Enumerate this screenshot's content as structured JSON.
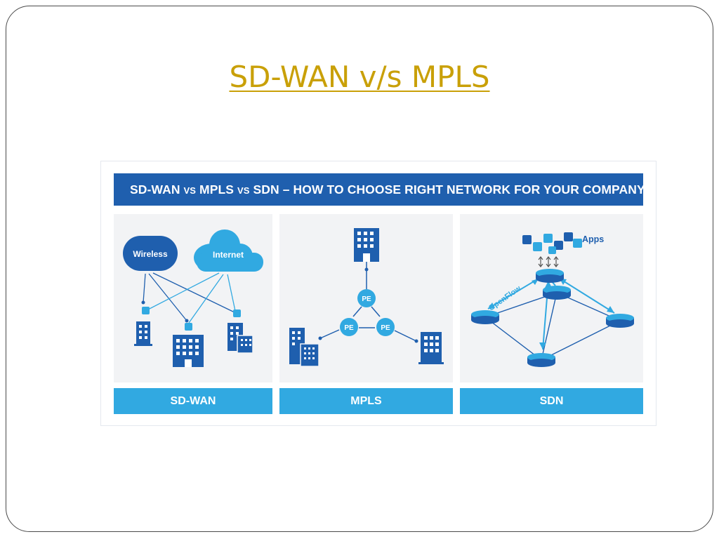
{
  "slide": {
    "title": "SD-WAN v/s MPLS"
  },
  "infographic": {
    "banner": {
      "part1": "SD-WAN ",
      "vs1": "VS",
      "part2": " MPLS ",
      "vs2": "VS",
      "part3": " SDN – HOW TO CHOOSE RIGHT NETWORK FOR YOUR COMPANY"
    },
    "panels": [
      {
        "label": "SD-WAN",
        "nodes": {
          "wireless": "Wireless",
          "internet": "Internet"
        }
      },
      {
        "label": "MPLS",
        "nodes": {
          "pe_top": "PE",
          "pe_left": "PE",
          "pe_right": "PE"
        }
      },
      {
        "label": "SDN",
        "nodes": {
          "apps": "Apps",
          "openflow": "OpenFlow"
        }
      }
    ],
    "colors": {
      "dark_blue": "#1f5fae",
      "light_blue": "#31a9e1",
      "panel_bg": "#f2f3f5",
      "title_gold": "#c9a008"
    }
  }
}
